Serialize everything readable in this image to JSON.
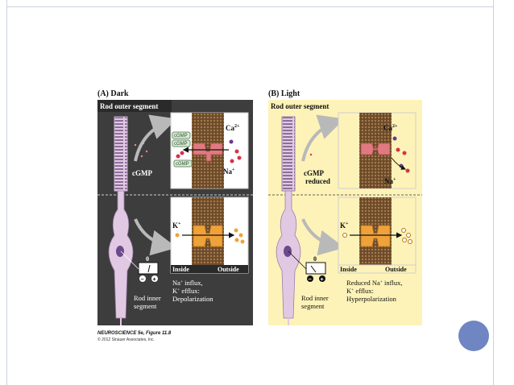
{
  "panelA": {
    "label": "(A) Dark",
    "header": "Rod outer segment",
    "cgmp": "cGMP",
    "cgmp_tags": [
      "cGMP",
      "cGMP",
      "cGMP"
    ],
    "ca": "Ca",
    "ca_sup": "2+",
    "na": "Na",
    "na_sup": "+",
    "k": "K",
    "k_sup": "+",
    "meter_value": "0",
    "minus": "−",
    "plus": "+",
    "inside": "Inside",
    "outside": "Outside",
    "result_line1": "Na",
    "result_line1_sup": "+",
    "result_line1_rest": " influx,",
    "result_line2": "K",
    "result_line2_sup": "+",
    "result_line2_rest": " efflux:",
    "result_line3": "Depolarization",
    "inner_line1": "Rod inner",
    "inner_line2": "segment"
  },
  "panelB": {
    "label": "(B) Light",
    "header": "Rod outer segment",
    "cgmp_line1": "cGMP",
    "cgmp_line2": "reduced",
    "ca": "Ca",
    "ca_sup": "2+",
    "na": "Na",
    "na_sup": "+",
    "k": "K",
    "k_sup": "+",
    "meter_value": "0",
    "minus": "−",
    "plus": "+",
    "inside": "Inside",
    "outside": "Outside",
    "result_line1": "Reduced Na",
    "result_line1_sup": "+",
    "result_line1_rest": " influx,",
    "result_line2": "K",
    "result_line2_sup": "+",
    "result_line2_rest": " efflux:",
    "result_line3": "Hyperpolarization",
    "inner_line1": "Rod inner",
    "inner_line2": "segment"
  },
  "credit": {
    "title": "NEUROSCIENCE 5e, Figure 11.8",
    "copyright": "© 2012 Sinauer Associates, Inc."
  },
  "colors": {
    "dark_bg": "#3d3d3d",
    "light_bg": "#fdf3b8",
    "channel_red": "#e07a80",
    "channel_orange": "#f0a23a",
    "cell_fill": "#e2c9e3",
    "accent_circle": "#6f86c3"
  }
}
